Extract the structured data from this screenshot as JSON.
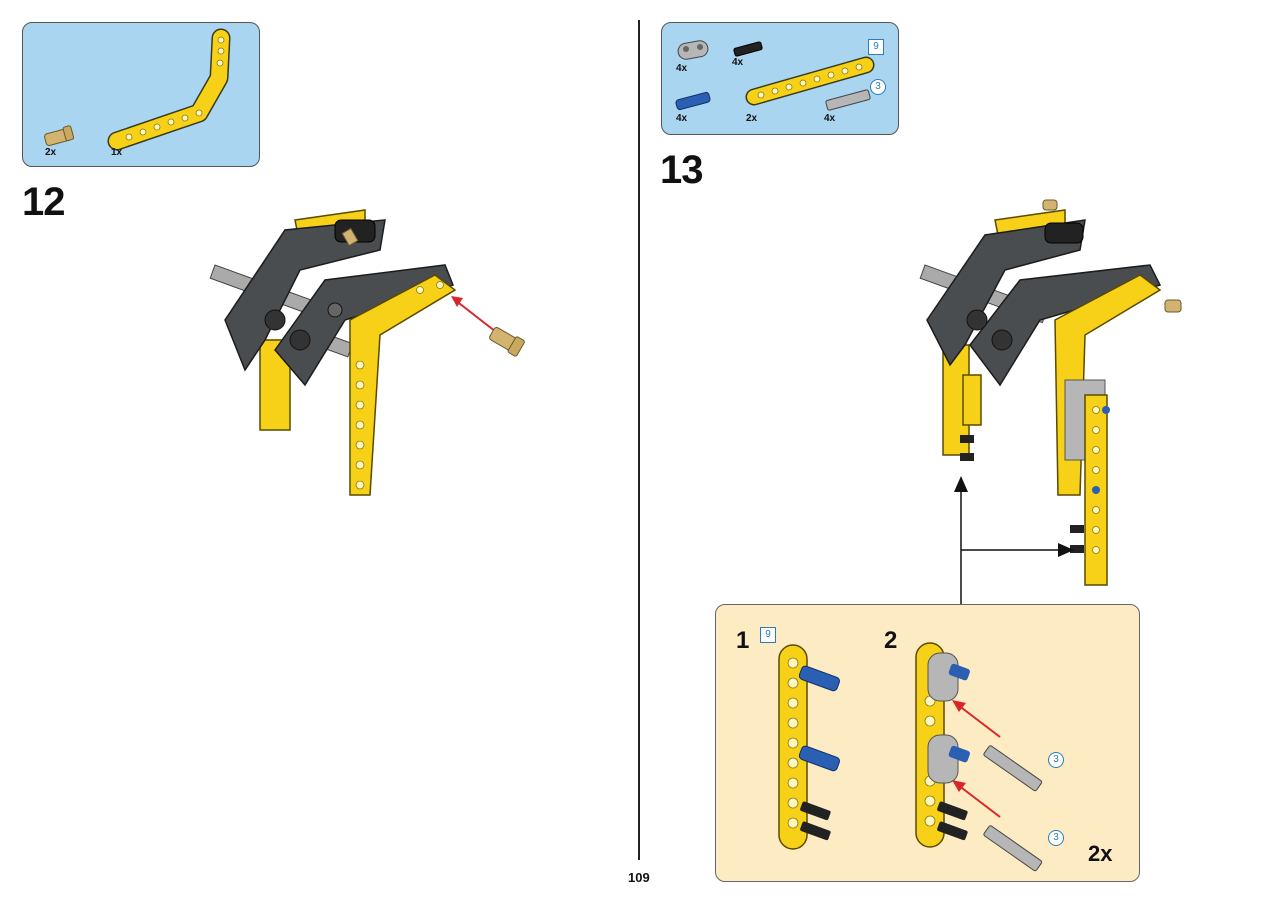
{
  "page_number": "109",
  "step12": {
    "number": "12",
    "parts": [
      {
        "name": "pin-tan",
        "qty": "2x"
      },
      {
        "name": "bent-beam-yellow",
        "qty": "1x"
      }
    ]
  },
  "step13": {
    "number": "13",
    "parts": [
      {
        "name": "connector-gray",
        "qty": "4x"
      },
      {
        "name": "pin-black",
        "qty": "4x"
      },
      {
        "name": "pin-blue",
        "qty": "4x"
      },
      {
        "name": "beam-yellow",
        "qty": "2x",
        "length": "9"
      },
      {
        "name": "axle-gray",
        "qty": "4x",
        "length": "3"
      }
    ],
    "sub_steps": [
      {
        "number": "1",
        "length_callout": "9"
      },
      {
        "number": "2",
        "axle_callouts": [
          "3",
          "3"
        ]
      }
    ],
    "multiplier": "2x"
  },
  "colors": {
    "parts_box": "#a9d5f1",
    "sub_box": "#fdebc4",
    "yellow": "#f7d117",
    "dark_gray": "#4a4d50",
    "callout_blue": "#2a7db8",
    "arrow_red": "#d9262b"
  }
}
